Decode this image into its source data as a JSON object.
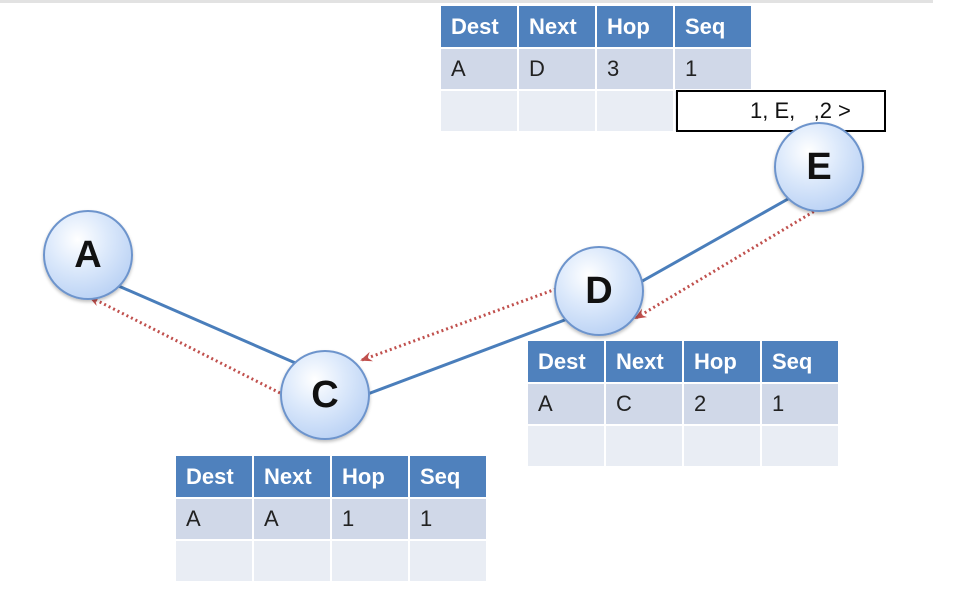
{
  "nodes": {
    "a": "A",
    "c": "C",
    "d": "D",
    "e": "E"
  },
  "colors": {
    "node_border": "#6d94cc",
    "link": "#4a7ebb",
    "reply_arrow": "#c0504d",
    "header": "#4f81bd"
  },
  "rreq_label": "1, E,   ,2 >",
  "tables": {
    "top": {
      "headers": [
        "Dest",
        "Next",
        "Hop",
        "Seq"
      ],
      "row1": [
        "A",
        "D",
        "3",
        "1"
      ],
      "row2": [
        "",
        "",
        "",
        ""
      ]
    },
    "d": {
      "headers": [
        "Dest",
        "Next",
        "Hop",
        "Seq"
      ],
      "row1": [
        "A",
        "C",
        "2",
        "1"
      ],
      "row2": [
        "",
        "",
        "",
        ""
      ]
    },
    "c": {
      "headers": [
        "Dest",
        "Next",
        "Hop",
        "Seq"
      ],
      "row1": [
        "A",
        "A",
        "1",
        "1"
      ],
      "row2": [
        "",
        "",
        "",
        ""
      ]
    }
  }
}
